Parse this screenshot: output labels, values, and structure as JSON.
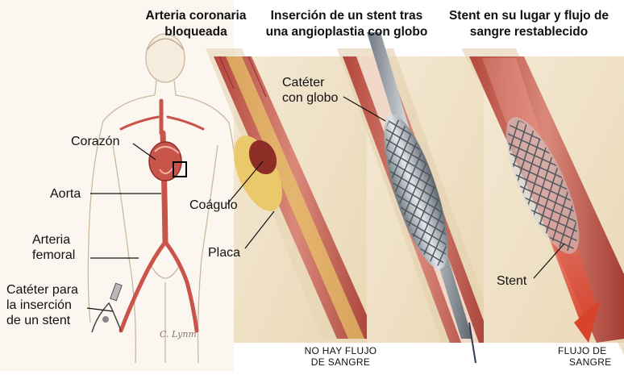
{
  "headings": {
    "blocked": [
      "Arteria coronaria",
      "bloqueada"
    ],
    "insertion": [
      "Inserción de un stent tras",
      "una angioplastia con globo"
    ],
    "restored": [
      "Stent en su lugar y flujo de",
      "sangre restablecido"
    ]
  },
  "labels": {
    "heart": "Corazón",
    "aorta": "Aorta",
    "femoral": [
      "Arteria",
      "femoral"
    ],
    "catheter_insert": [
      "Catéter para",
      "la inserción",
      "de un stent"
    ],
    "clot": "Coágulo",
    "plaque": "Placa",
    "balloon_catheter": [
      "Catéter",
      "con globo"
    ],
    "stent": "Stent"
  },
  "captions": {
    "no_flow": [
      "NO HAY FLUJO",
      "DE SANGRE"
    ],
    "flow": [
      "FLUJO DE",
      "SANGRE"
    ]
  },
  "signature": "C. Lynm",
  "colors": {
    "artery": "#c9544a",
    "artery_dark": "#8e2f27",
    "plaque": "#e9c96a",
    "tissue": "#efe1c8",
    "stent": "#9aa3ab",
    "blood_flow": "#d9432c"
  }
}
